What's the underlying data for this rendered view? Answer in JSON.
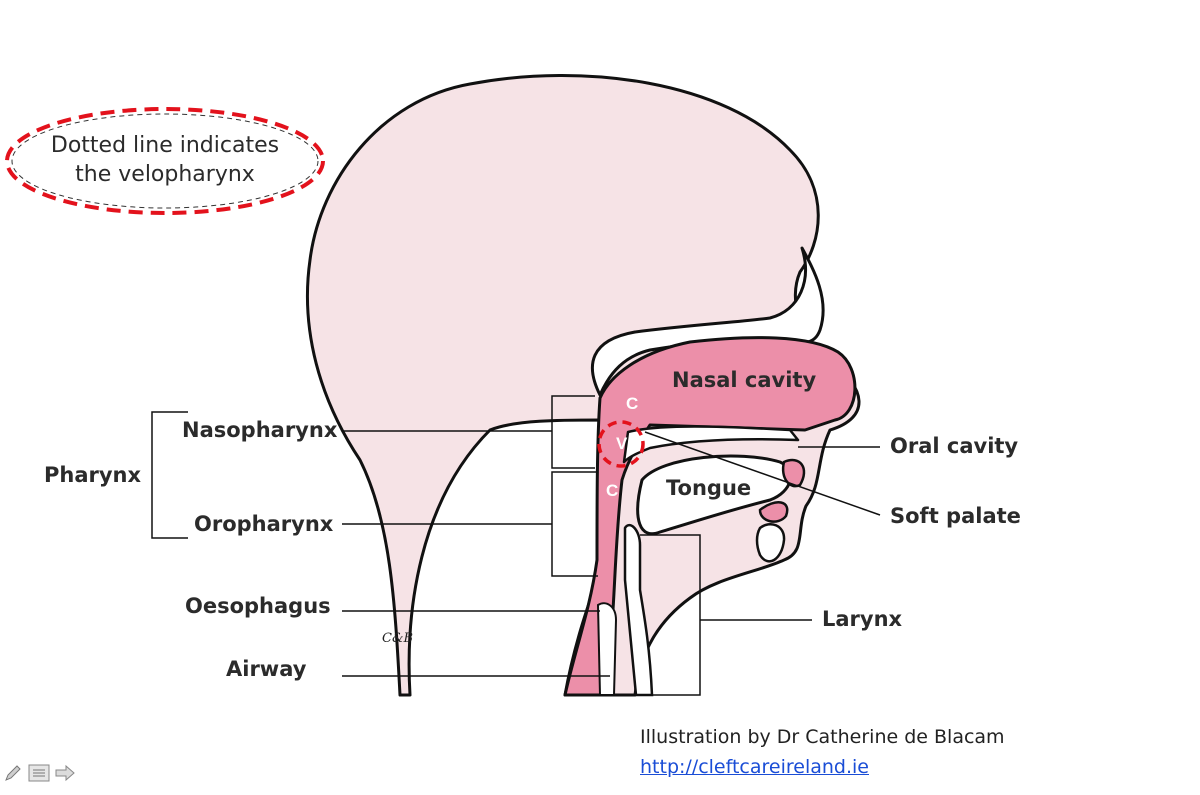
{
  "callout": {
    "line1": "Dotted line indicates",
    "line2": "the velopharynx"
  },
  "labels": {
    "pharynx": "Pharynx",
    "nasopharynx": "Nasopharynx",
    "oropharynx": "Oropharynx",
    "oesophagus": "Oesophagus",
    "airway": "Airway",
    "nasal_cavity": "Nasal cavity",
    "oral_cavity": "Oral cavity",
    "tongue": "Tongue",
    "soft_palate": "Soft palate",
    "larynx": "Larynx"
  },
  "markers": {
    "c_upper": "C",
    "v": "V",
    "c_lower": "C"
  },
  "signature": "C&B",
  "credit": {
    "text": "Illustration by Dr Catherine de Blacam",
    "link": "http://cleftcareireland.ie"
  },
  "colors": {
    "skin": "#f6e3e6",
    "tract": "#ec8fa9",
    "outline": "#111111",
    "dashed_red": "#e3121c"
  },
  "toolbar": {
    "icons": [
      "pen-icon",
      "menu-icon",
      "next-arrow-icon"
    ]
  }
}
